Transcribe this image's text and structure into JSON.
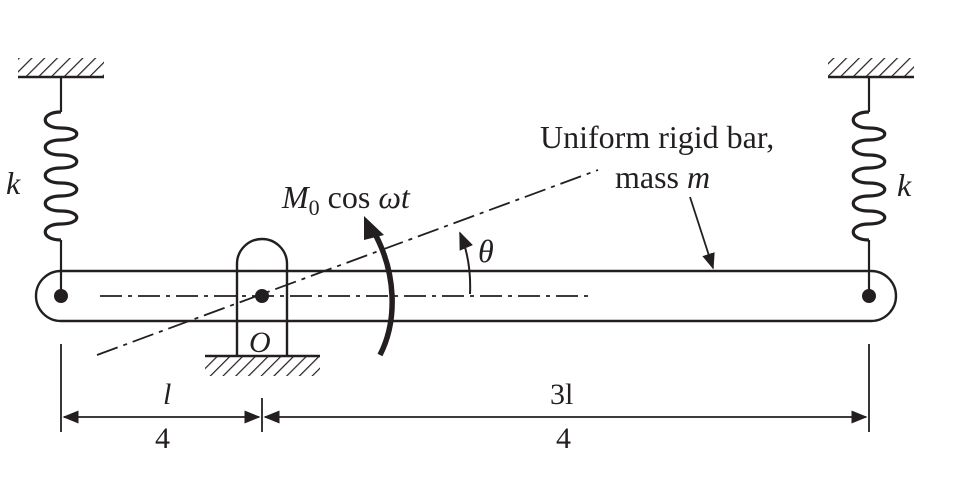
{
  "labels": {
    "bar_caption_line1": "Uniform rigid bar,",
    "bar_caption_line2_prefix": "mass ",
    "bar_caption_line2_var": "m",
    "spring_left": "k",
    "spring_right": "k",
    "moment_symbol": "M",
    "moment_subscript": "0",
    "moment_rest": " cos ",
    "moment_omega": "ωt",
    "angle": "θ",
    "pivot": "O",
    "dim_left_num": "l",
    "dim_left_den": "4",
    "dim_right_num": "3l",
    "dim_right_den": "4"
  },
  "colors": {
    "ink": "#231f20",
    "background": "#ffffff"
  }
}
